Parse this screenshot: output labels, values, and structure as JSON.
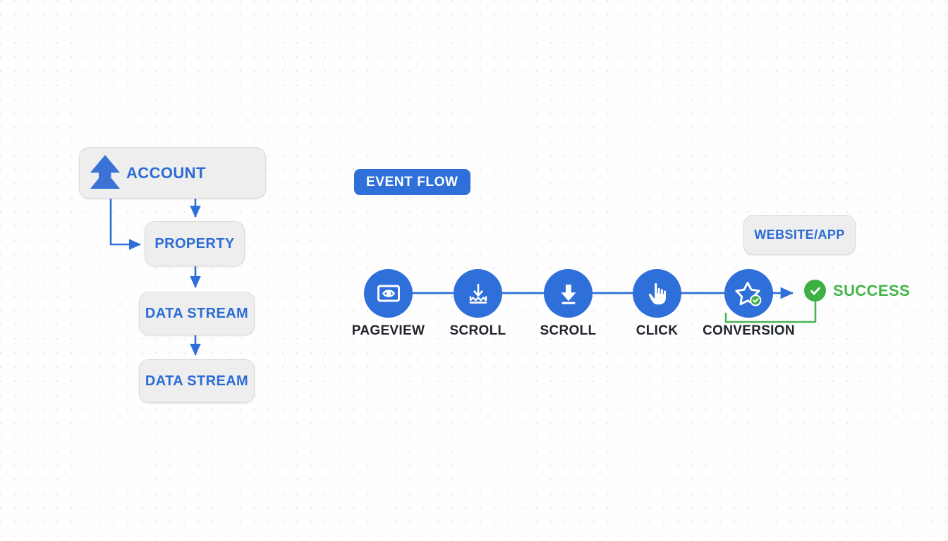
{
  "diagram": {
    "title_badge": {
      "label": "EVENT FLOW"
    },
    "hierarchy": {
      "account": {
        "label": "ACCOUNT",
        "icon": "analytics-logo-icon"
      },
      "property": {
        "label": "PROPERTY"
      },
      "data_streams": [
        {
          "label": "DATA STREAM"
        },
        {
          "label": "DATA STREAM"
        }
      ]
    },
    "source": {
      "label": "WEBSITE/APP"
    },
    "events": [
      {
        "label": "PAGEVIEW",
        "icon": "screen-eye-icon"
      },
      {
        "label": "SCROLL",
        "icon": "arrow-down-into-waves-icon"
      },
      {
        "label": "SCROLL",
        "icon": "download-arrow-icon"
      },
      {
        "label": "CLICK",
        "icon": "pointing-hand-icon"
      },
      {
        "label": "CONVERSION",
        "icon": "star-check-icon"
      }
    ],
    "outcome": {
      "label": "SUCCESS",
      "icon": "check-circle-icon"
    },
    "colors": {
      "brand_blue": "#2f6fd9",
      "label_blue": "#2b6cd4",
      "success_green": "#43b54a",
      "node_fill": "#eeeeee",
      "node_border": "#dcdcdc",
      "caption_dark": "#20242b",
      "canvas_bg": "#fefefe",
      "dot_grid": "#e9e9ec"
    }
  }
}
